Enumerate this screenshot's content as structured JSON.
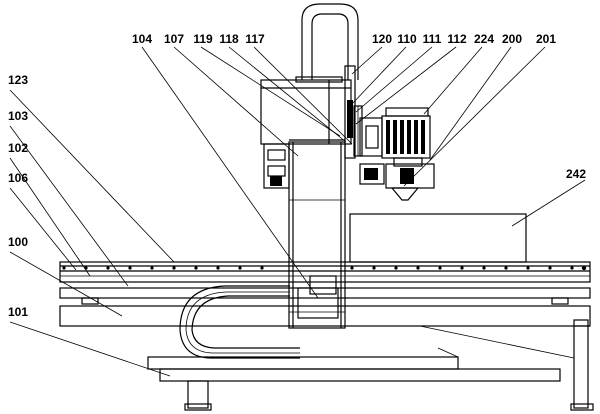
{
  "labels": {
    "l104": "104",
    "l107": "107",
    "l119": "119",
    "l118": "118",
    "l117": "117",
    "l120": "120",
    "l110": "110",
    "l111": "111",
    "l112": "112",
    "l224": "224",
    "l200": "200",
    "l201": "201",
    "l123": "123",
    "l103": "103",
    "l102": "102",
    "l106": "106",
    "l242": "242",
    "l100": "100",
    "l101": "101"
  }
}
